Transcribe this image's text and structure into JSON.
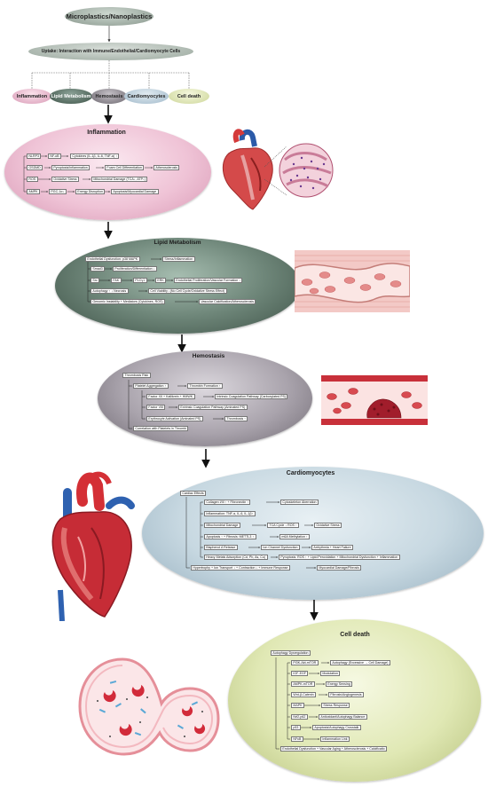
{
  "top": {
    "title": "Microplastics/Nanoplastics",
    "uptake": "Uptake: Interaction with Immune/Endothelial/Cardiomyocyte Cells",
    "categories": [
      "Inflammation",
      "Lipid Metabolism",
      "Hemostasis",
      "Cardiomyocytes",
      "Cell death"
    ]
  },
  "inflammation": {
    "title": "Inflammation",
    "rows": [
      [
        "NLRP3",
        "NF-κB",
        "Cytokines (IL-1β, IL-6, TNF-α) ↑"
      ],
      [
        "GSDMD",
        "Pyroptosis/Inflammation",
        "Foam Cell Differentiation",
        "Atherosclerosis"
      ],
      [
        "ROS",
        "Oxidative Stress",
        "Mitochondrial Damage (TCA↓, ATP↓)"
      ],
      [
        "AMPK",
        "PGC-1α↓",
        "Energy Disruption",
        "Apoptosis/Myocardial Damage"
      ]
    ]
  },
  "lipid": {
    "title": "Lipid Metabolism",
    "rows": [
      [
        "Endothelial Dysfunction: p38 MAPK",
        "Stress/Inflammation"
      ],
      [
        "Smad3",
        "Proliferation/Differentiation ↓"
      ],
      [
        "Src",
        "FAK",
        "PLCγ1",
        "ERK",
        "Endothelial Proliferation/Vascular Formation ↓"
      ],
      [
        "Autophagy ↑ ↓ Necrosis",
        "Cell Viability ↓(No Cell Cycle/Oxidative Stress Effect)"
      ],
      [
        "Genomic Instability + Mediators (Cytokines, ROS)",
        "Vascular Calcification/Atherosclerosis"
      ]
    ]
  },
  "hemostasis": {
    "title": "Hemostasis",
    "header": "Thrombosis Risk",
    "rows": [
      [
        "Platelet Aggregation ↑",
        "Thrombin Formation ↑"
      ],
      [
        "Factor XII + Kallikrein + HMWK",
        "Intrinsic Coagulation Pathway (Carboxylated PS)"
      ],
      [
        "Factor VIII",
        "Extrinsic Coagulation Pathway (Aminated PS)"
      ],
      [
        "Erythrocyte Activation (Aminated PS)",
        "Thrombosis ↑"
      ],
      [
        "Correlation with Platelets in Thrombi"
      ]
    ]
  },
  "cardiomyocytes": {
    "title": "Cardiomyocytes",
    "header": "Cardiac Effects",
    "rows": [
      [
        "Collagen I/III ↑ + Fibronectin ↑",
        "Cytoskeleton Aberration"
      ],
      [
        "Inflammation: TNF-α, IL-6, IL-1β↑"
      ],
      [
        "Mitochondrial Damage",
        "TCA Cycle ↓ ROS ↑",
        "Oxidative Stress"
      ],
      [
        "Apoptosis ↑ + Fibrosis: METTL3 ↑",
        "m6A Methylation ↑"
      ],
      [
        "Bisphenol A Release",
        "Ion Channel Dysfunction",
        "Arrhythmia + Heart Failure"
      ],
      [
        "Heavy Metals Adsorption (Cd, Pb, As, Cu)",
        "Pyroptosis: ROS ↑ + Lipid Peroxidation + Mitochondrial Dysfunction + Inflammation"
      ],
      [
        "Hypertrophy + Ion Transport ↓ + Contraction ↓ + Immune Response",
        "Myocardial Damage/Fibrosis"
      ]
    ]
  },
  "celldeath": {
    "title": "Cell death",
    "header": "Autophagy Dysregulation",
    "rows": [
      [
        "PI3K-Akt-mTOR",
        "Autophagy (Excessive → Cell Damage)"
      ],
      [
        "IGF-EGF",
        "Modulation"
      ],
      [
        "AMPK-mTOR",
        "Energy Sensing"
      ],
      [
        "Wnt-β-Catenin",
        "Fibrosis/Angiogenesis"
      ],
      [
        "MAPK",
        "Stress Response"
      ],
      [
        "Nrf2-p62",
        "Antioxidant/Autophagy Balance"
      ],
      [
        "p53",
        "Apoptosis/Autophagy Crosstalk"
      ],
      [
        "NFκB",
        "Inflammation Link"
      ],
      [
        "Endothelial Dysfunction + Vascular Aging + Atherosclerosis + Calcificatio"
      ]
    ]
  },
  "colors": {
    "title_pill": "#9aa89e",
    "inflammation": "#e8b7cb",
    "lipid": "#4f665a",
    "hemostasis": "#8d8890",
    "cardiomyocytes": "#bccfd9",
    "celldeath": "#dfe6b3",
    "cat_cardio": "#b4c9d6",
    "cat_celldeath": "#dde4b8"
  }
}
